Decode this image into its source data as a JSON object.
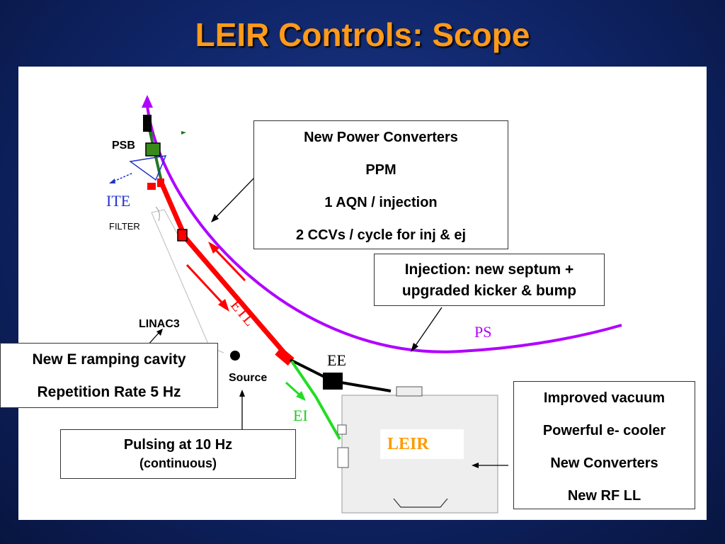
{
  "title": "LEIR Controls: Scope",
  "labels": {
    "psb": "PSB",
    "ite": "ITE",
    "filter": "FILTER",
    "etl": "ETL",
    "ps": "PS",
    "linac3": "LINAC3",
    "source": "Source",
    "ee": "EE",
    "ei": "EI",
    "leir": "LEIR"
  },
  "boxes": {
    "power_converters": [
      "New Power Converters",
      "PPM",
      "1 AQN / injection",
      "2 CCVs / cycle for inj & ej"
    ],
    "injection": [
      "Injection: new septum +",
      "upgraded kicker & bump"
    ],
    "ramping": [
      "New E ramping cavity",
      "Repetition Rate 5 Hz"
    ],
    "pulsing": [
      "Pulsing at 10 Hz",
      "(continuous)"
    ],
    "improvements": [
      "Improved vacuum",
      "Powerful e- cooler",
      "New Converters",
      "New RF LL"
    ]
  },
  "colors": {
    "title": "#ff9a1a",
    "ps_ring": "#b000ff",
    "etl_line": "#ff0000",
    "ei_line": "#22dd22",
    "ite_label": "#2233cc",
    "leir_label": "#ff9a00"
  }
}
